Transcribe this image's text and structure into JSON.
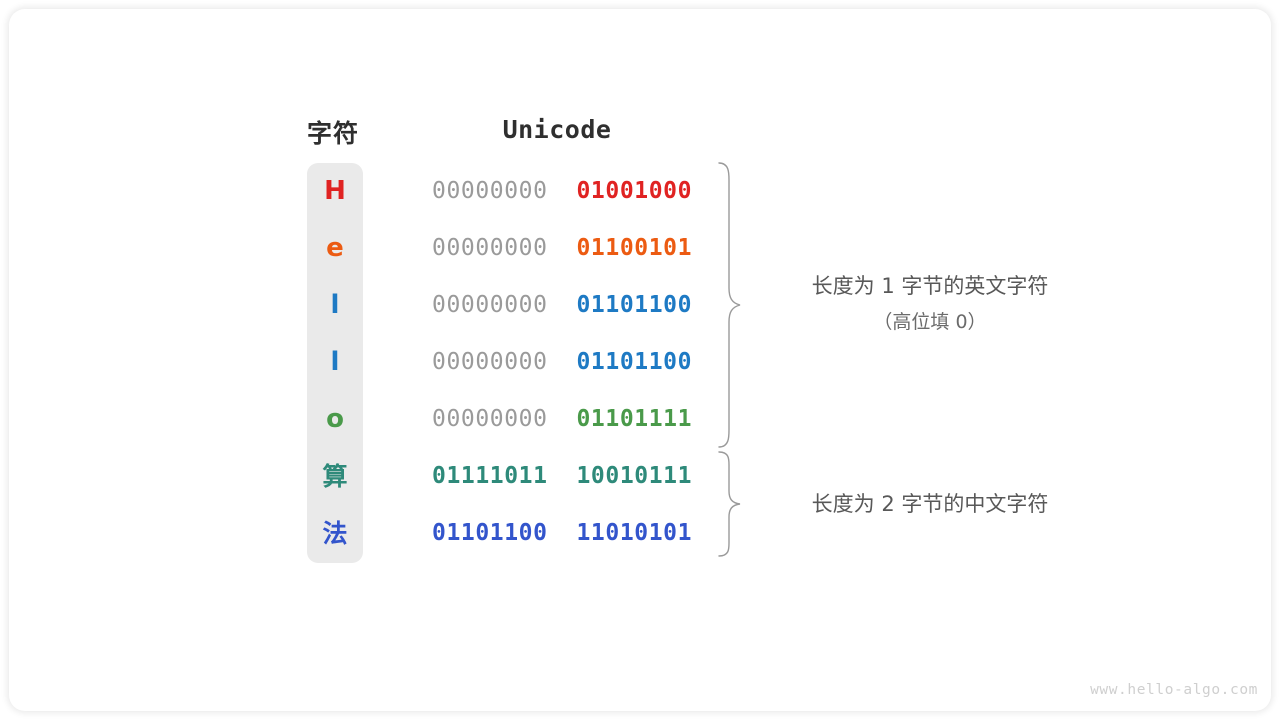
{
  "figure": {
    "headers": {
      "character": "字符",
      "encoding": "Unicode"
    },
    "rows": [
      {
        "char": "H",
        "char_color": "#e02322",
        "high_byte": "00000000",
        "low_byte": "01001000",
        "high_is_padding": true,
        "is_cjk": false
      },
      {
        "char": "e",
        "char_color": "#ec5b12",
        "high_byte": "00000000",
        "low_byte": "01100101",
        "high_is_padding": true,
        "is_cjk": false
      },
      {
        "char": "l",
        "char_color": "#1e7ac4",
        "high_byte": "00000000",
        "low_byte": "01101100",
        "high_is_padding": true,
        "is_cjk": false
      },
      {
        "char": "l",
        "char_color": "#1e7ac4",
        "high_byte": "00000000",
        "low_byte": "01101100",
        "high_is_padding": true,
        "is_cjk": false
      },
      {
        "char": "o",
        "char_color": "#4a9a4a",
        "high_byte": "00000000",
        "low_byte": "01101111",
        "high_is_padding": true,
        "is_cjk": false
      },
      {
        "char": "算",
        "char_color": "#2e8a7a",
        "high_byte": "01111011",
        "low_byte": "10010111",
        "high_is_padding": false,
        "is_cjk": true
      },
      {
        "char": "法",
        "char_color": "#3355cc",
        "high_byte": "01101100",
        "low_byte": "11010101",
        "high_is_padding": false,
        "is_cjk": true
      }
    ],
    "annotations": [
      {
        "main": "长度为 1 字节的英文字符",
        "sub": "（高位填 0）"
      },
      {
        "main": "长度为 2 字节的中文字符",
        "sub": ""
      }
    ],
    "padding_color": "#9a9a9a",
    "watermark": "www.hello-algo.com"
  }
}
